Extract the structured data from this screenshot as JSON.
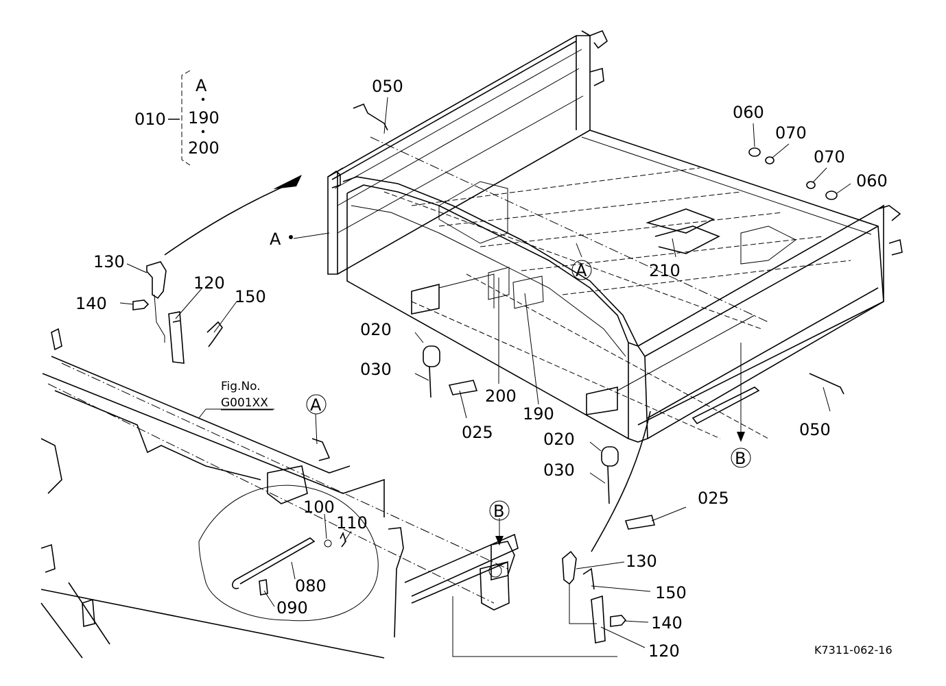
{
  "diagram": {
    "drawing_code": "K7311-062-16",
    "fig_ref": {
      "line1": "Fig.No.",
      "line2": "G001XX"
    },
    "assembly_group": {
      "main": "010",
      "items": [
        "A",
        "190",
        "200"
      ]
    },
    "callouts": {
      "p050_top": "050",
      "p050_bottom": "050",
      "p060_a": "060",
      "p060_b": "060",
      "p070_a": "070",
      "p070_b": "070",
      "p020_a": "020",
      "p020_b": "020",
      "p030_a": "030",
      "p030_b": "030",
      "p025_a": "025",
      "p025_b": "025",
      "p200": "200",
      "p190": "190",
      "p210": "210",
      "p130_a": "130",
      "p130_b": "130",
      "p120_a": "120",
      "p120_b": "120",
      "p140_a": "140",
      "p140_b": "140",
      "p150_a": "150",
      "p150_b": "150",
      "p100": "100",
      "p110": "110",
      "p080": "080",
      "p090": "090",
      "ref_A_plain": "A",
      "ref_A_circle_bed": "A",
      "ref_A_circle_frame": "A",
      "ref_B_circle_bed": "B",
      "ref_B_circle_frame": "B"
    }
  }
}
